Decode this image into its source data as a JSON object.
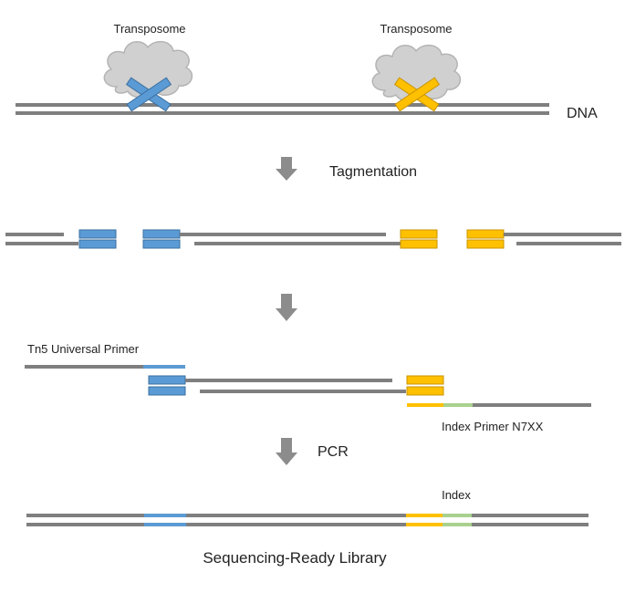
{
  "labels": {
    "transposome_left": "Transposome",
    "transposome_right": "Transposome",
    "dna": "DNA",
    "step1": "Tagmentation",
    "tn5_primer": "Tn5 Universal Primer",
    "index_primer": "Index Primer N7XX",
    "step3": "PCR",
    "index": "Index",
    "result": "Sequencing-Ready Library"
  },
  "colors": {
    "dna_strand": "#7f7f7f",
    "blue_adapter": "#5b9bd5",
    "blue_adapter_edge": "#3a6f9f",
    "yellow_adapter": "#ffc000",
    "yellow_adapter_edge": "#c89400",
    "green_index": "#a9d18e",
    "cloud": "#d0d0d0",
    "arrow": "#8c8c8c"
  }
}
